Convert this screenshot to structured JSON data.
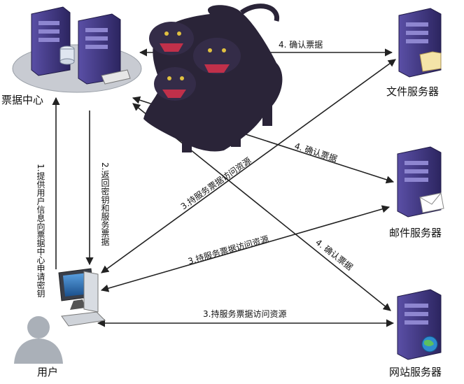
{
  "nodes": {
    "ticket_center": "票据中心",
    "file_server": "文件服务器",
    "mail_server": "邮件服务器",
    "web_server": "网站服务器",
    "user": "用户"
  },
  "edges": {
    "user_to_center": "1.提供用户信息向票据中心申请密钥",
    "center_to_user": "2.返回密钥和服务票据",
    "confirm_file": "4. 确认票据",
    "confirm_mail": "4. 确认票据",
    "confirm_web": "4. 确认票据",
    "access_file": "3.持服务票据访问资源",
    "access_mail": "3.持服务票据访问资源",
    "access_web": "3.持服务票据访问资源"
  },
  "colors": {
    "server_purple": "#4a3f8c",
    "server_dark": "#2c2560",
    "platform_gray": "#c8cbd2",
    "cerberus": "#2a2438",
    "user_gray": "#aab0b8"
  }
}
